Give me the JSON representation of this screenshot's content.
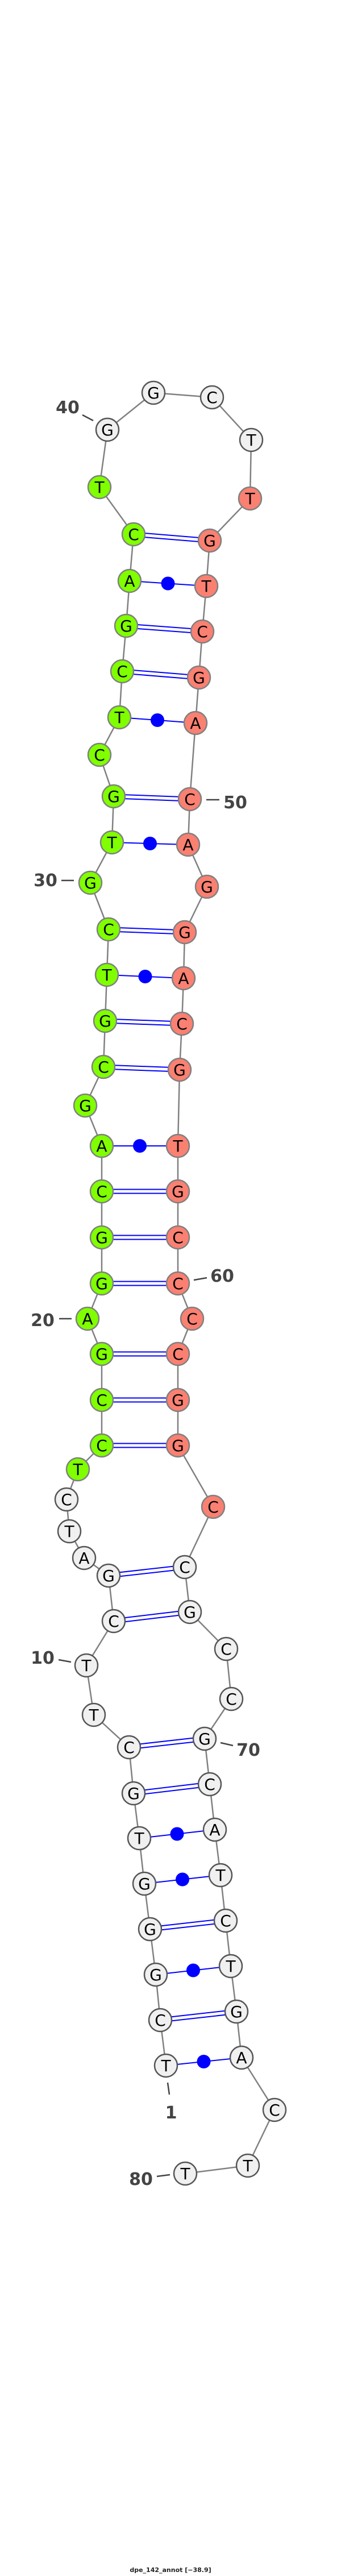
{
  "title": "dpe_142_annot [−38.9]",
  "sequence": [
    "T",
    "C",
    "G",
    "G",
    "G",
    "T",
    "G",
    "C",
    "T",
    "T",
    "C",
    "G",
    "A",
    "T",
    "C",
    "T",
    "C",
    "C",
    "G",
    "A",
    "G",
    "G",
    "C",
    "A",
    "G",
    "C",
    "G",
    "T",
    "C",
    "G",
    "T",
    "G",
    "C",
    "T",
    "C",
    "G",
    "A",
    "C",
    "T",
    "G",
    "G",
    "C",
    "T",
    "T",
    "G",
    "T",
    "C",
    "G",
    "A",
    "C",
    "A",
    "G",
    "G",
    "A",
    "C",
    "G",
    "T",
    "G",
    "C",
    "C",
    "C",
    "C",
    "G",
    "G",
    "C",
    "C",
    "G",
    "C",
    "C",
    "G",
    "C",
    "A",
    "T",
    "C",
    "T",
    "G",
    "A",
    "C",
    "T",
    "T"
  ],
  "pairs": [
    [
      1,
      77,
      "wobble"
    ],
    [
      2,
      76,
      "canonical"
    ],
    [
      3,
      75,
      "wobble"
    ],
    [
      4,
      74,
      "canonical"
    ],
    [
      5,
      73,
      "wobble"
    ],
    [
      6,
      72,
      "wobble"
    ],
    [
      7,
      71,
      "canonical"
    ],
    [
      8,
      70,
      "canonical"
    ],
    [
      11,
      67,
      "canonical"
    ],
    [
      12,
      66,
      "canonical"
    ],
    [
      17,
      64,
      "canonical"
    ],
    [
      18,
      63,
      "canonical"
    ],
    [
      19,
      62,
      "canonical"
    ],
    [
      21,
      60,
      "canonical"
    ],
    [
      22,
      59,
      "canonical"
    ],
    [
      23,
      58,
      "canonical"
    ],
    [
      24,
      57,
      "wobble"
    ],
    [
      26,
      56,
      "canonical"
    ],
    [
      27,
      55,
      "canonical"
    ],
    [
      28,
      54,
      "wobble"
    ],
    [
      29,
      53,
      "canonical"
    ],
    [
      31,
      51,
      "wobble"
    ],
    [
      32,
      50,
      "canonical"
    ],
    [
      34,
      49,
      "wobble"
    ],
    [
      35,
      48,
      "canonical"
    ],
    [
      36,
      47,
      "canonical"
    ],
    [
      37,
      46,
      "wobble"
    ],
    [
      38,
      45,
      "canonical"
    ]
  ],
  "regions": [
    {
      "name": "green",
      "from": 16,
      "to": 39,
      "color": "#7fff00"
    },
    {
      "name": "salmon",
      "from": 44,
      "to": 65,
      "color": "#fa8072"
    }
  ],
  "default_color": "#f0f0f0",
  "pair_color": "#0000ff",
  "backbone_color": "#808080",
  "position_labels": [
    "1",
    "10",
    "20",
    "30",
    "40",
    "50",
    "60",
    "70",
    "80"
  ]
}
